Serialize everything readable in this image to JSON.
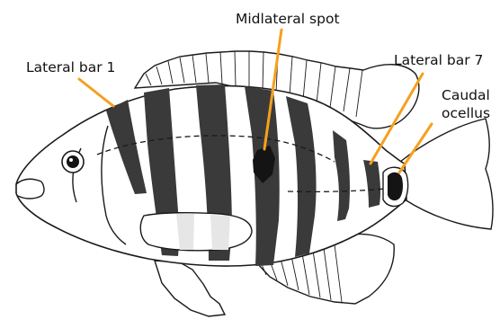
{
  "colors": {
    "bar_fill": "#3a3a3a",
    "spot_fill": "#141414",
    "pale_bar_fill": "#e6e6e6",
    "outline": "#1a1a1a",
    "pointer": "#f5a01e",
    "background": "#ffffff"
  },
  "labels": {
    "lateral_bar_1": "Lateral bar 1",
    "midlateral_spot": "Midlateral spot",
    "lateral_bar_7": "Lateral bar 7",
    "caudal_ocellus_line1": "Caudal",
    "caudal_ocellus_line2": "ocellus"
  }
}
